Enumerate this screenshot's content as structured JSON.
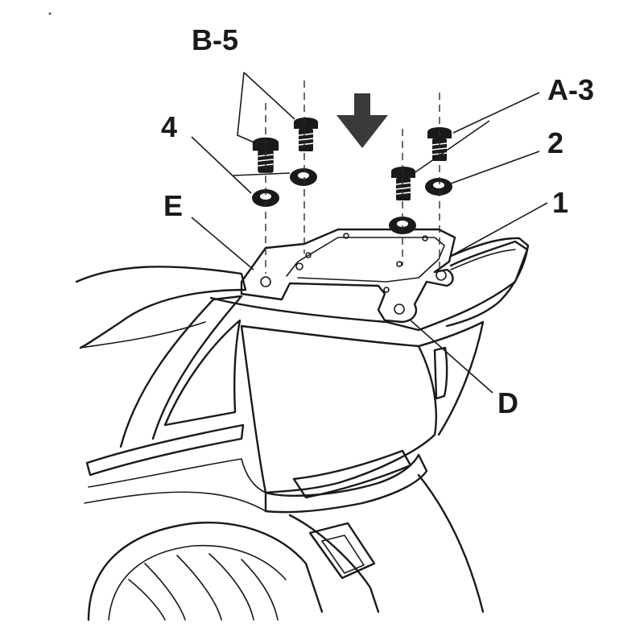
{
  "labels": {
    "b5": "B-5",
    "a3": "A-3",
    "n4": "4",
    "n2": "2",
    "e": "E",
    "n1": "1",
    "d": "D"
  },
  "colors": {
    "ink": "#1a1a1a",
    "paper": "#ffffff"
  },
  "icons": {
    "arrow": "down-arrow-icon"
  }
}
